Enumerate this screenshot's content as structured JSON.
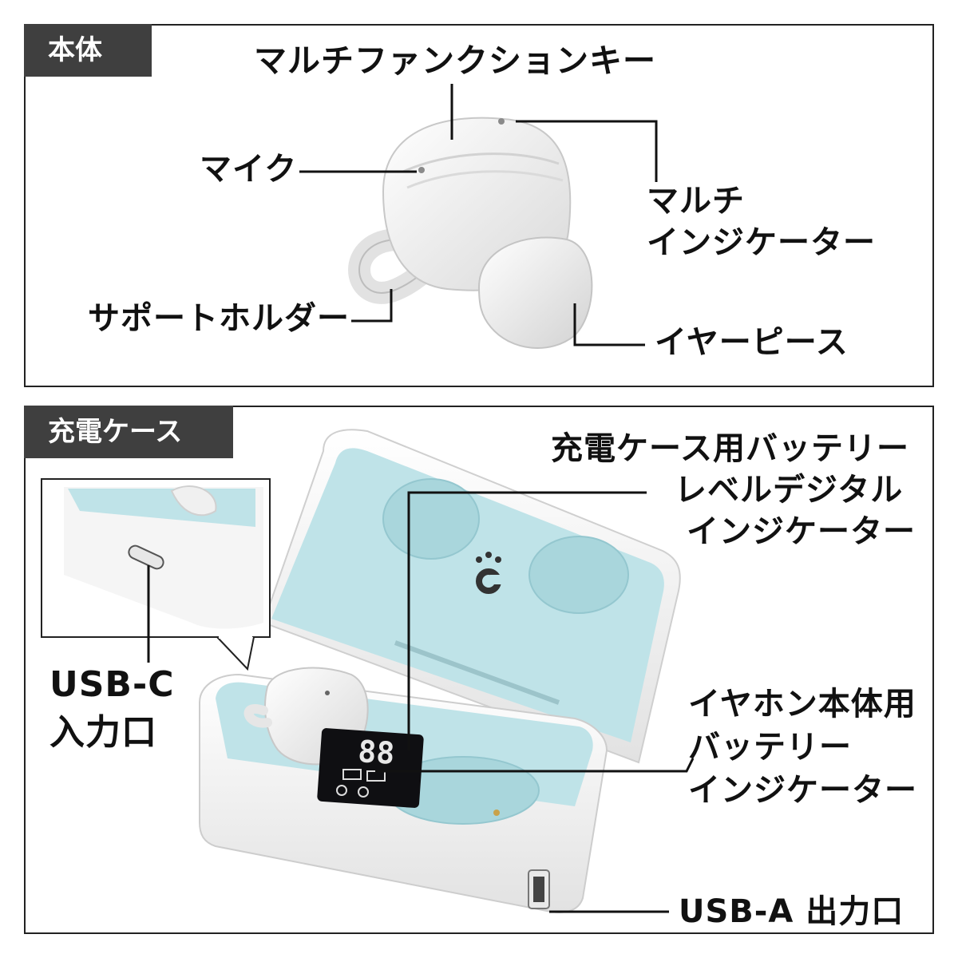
{
  "sections": {
    "body": {
      "tag": "本体",
      "labels": {
        "multifunction_key": "マルチファンクションキー",
        "mic": "マイク",
        "multi_indicator_line1": "マルチ",
        "multi_indicator_line2": "インジケーター",
        "support_holder": "サポートホルダー",
        "ear_piece": "イヤーピース"
      }
    },
    "case": {
      "tag": "充電ケース",
      "labels": {
        "case_battery_line1": "充電ケース用バッテリー",
        "case_battery_line2": "レベルデジタル",
        "case_battery_line3": "インジケーター",
        "usb_c_line1": "USB-C",
        "usb_c_line2": "入力口",
        "earbud_battery_line1": "イヤホン本体用",
        "earbud_battery_line2": "バッテリー",
        "earbud_battery_line3": "インジケーター",
        "usb_a": "USB-A 出力口"
      },
      "display_digits": "88",
      "brand_mark": "c"
    }
  },
  "colors": {
    "tag_bg": "#3f3f3f",
    "case_interior": "#bfe3e8",
    "product_white": "#f4f4f4",
    "leader_line": "#111111"
  }
}
